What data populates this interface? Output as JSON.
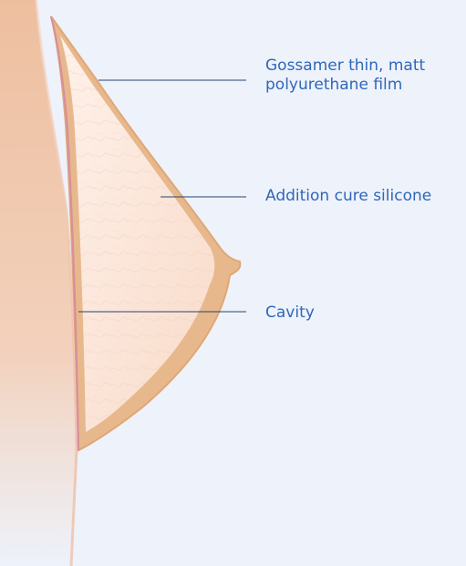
{
  "labels": {
    "film_line1": "Gossamer thin, matt",
    "film_line2": "polyurethane film",
    "silicone": "Addition cure silicone",
    "cavity": "Cavity"
  },
  "colors": {
    "background": "#eef2fb",
    "label_text": "#2f67b8",
    "leader_line": "#25456e",
    "skin": "#f0c6ad",
    "film": "#e5b07f",
    "silicone": "#fbe7db"
  }
}
